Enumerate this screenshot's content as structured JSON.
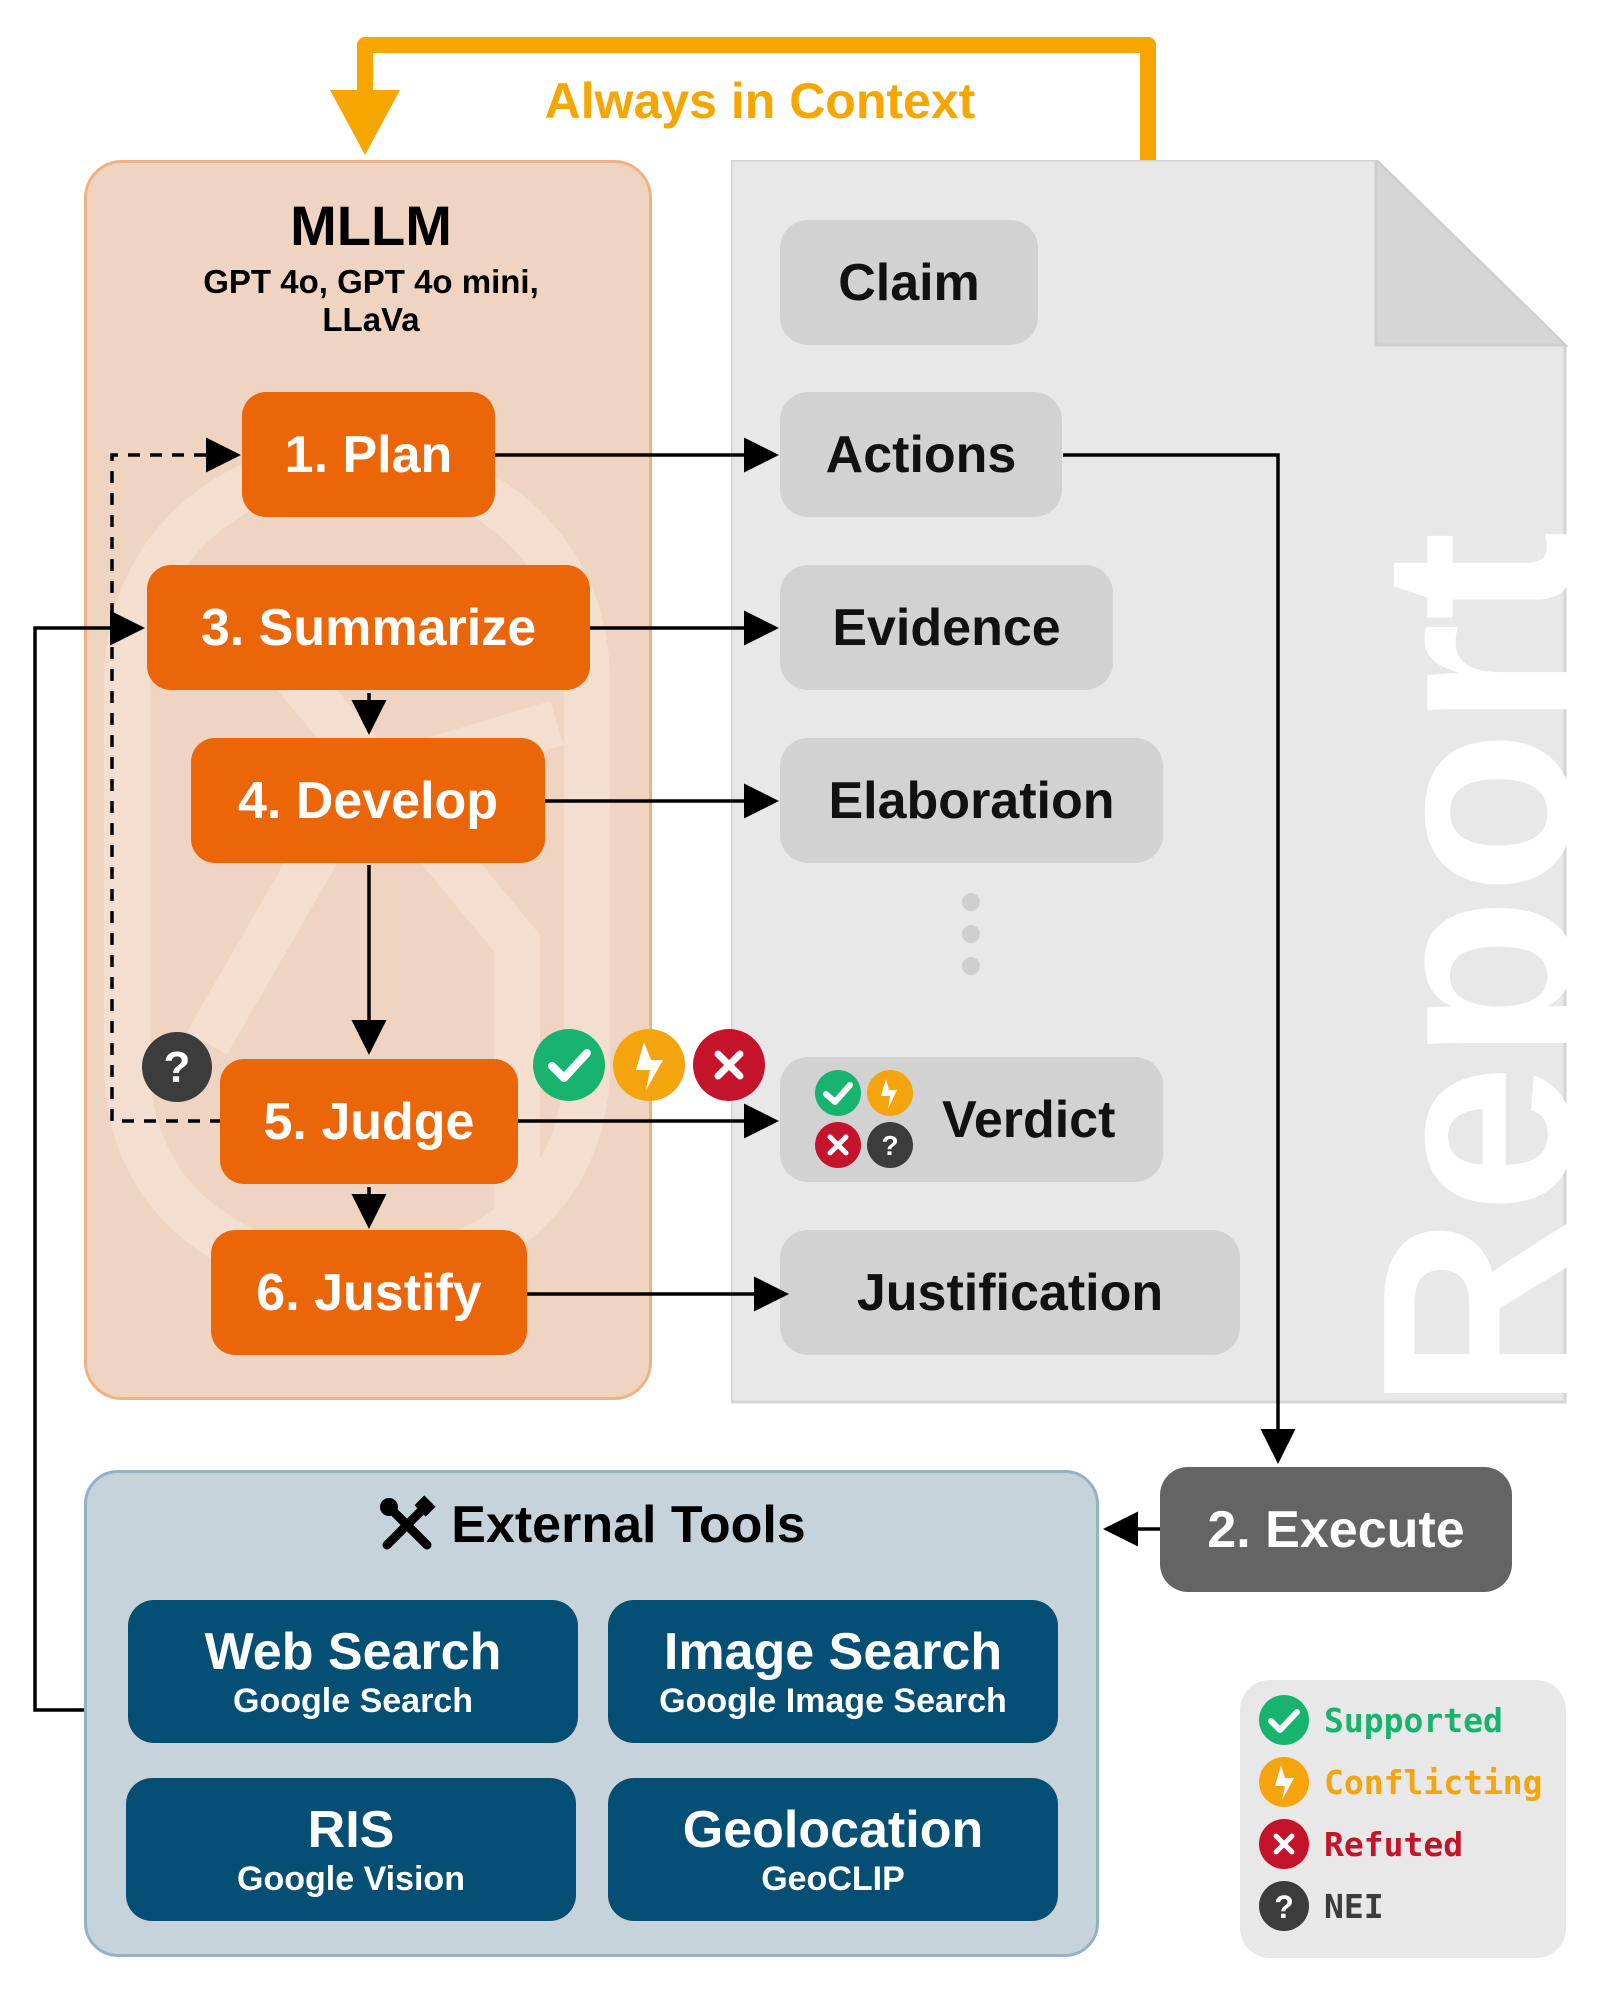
{
  "top_label": "Always in Context",
  "colors": {
    "accent_orange": "#f7a600",
    "step_orange": "#eb6608",
    "supported": "#18b46f",
    "conflicting": "#f4a40c",
    "refuted": "#c4142b",
    "nei": "#3c3c3c"
  },
  "mllm": {
    "title": "MLLM",
    "models_line1": "GPT 4o, GPT 4o mini,",
    "models_line2": "LLaVa"
  },
  "steps": {
    "plan": "1. Plan",
    "execute": "2. Execute",
    "summarize": "3. Summarize",
    "develop": "4. Develop",
    "judge": "5. Judge",
    "justify": "6. Justify"
  },
  "report": {
    "title": "Report",
    "claim": "Claim",
    "actions": "Actions",
    "evidence": "Evidence",
    "elaboration": "Elaboration",
    "verdict": "Verdict",
    "justification": "Justification"
  },
  "tools": {
    "title": "External Tools",
    "icon": "tools-icon",
    "items": [
      {
        "name": "Web Search",
        "provider": "Google Search"
      },
      {
        "name": "Image Search",
        "provider": "Google Image Search"
      },
      {
        "name": "RIS",
        "provider": "Google Vision"
      },
      {
        "name": "Geolocation",
        "provider": "GeoCLIP"
      }
    ]
  },
  "legend": {
    "supported": "Supported",
    "conflicting": "Conflicting",
    "refuted": "Refuted",
    "nei": "NEI"
  },
  "icons": {
    "question": "?",
    "cross": "✕"
  }
}
